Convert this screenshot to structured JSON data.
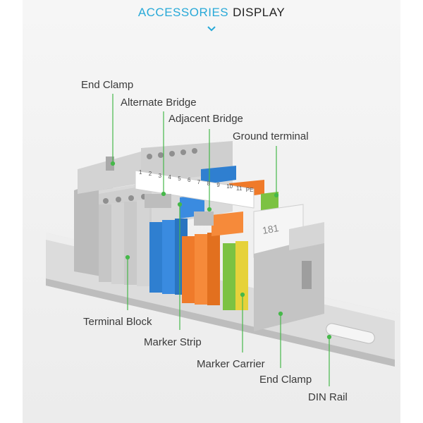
{
  "header": {
    "accent": "ACCESSORIES",
    "title": "DISPLAY",
    "chevron_icon": "chevron-down-icon"
  },
  "labels": {
    "end_clamp_top": "End Clamp",
    "alternate_bridge": "Alternate Bridge",
    "adjacent_bridge": "Adjacent Bridge",
    "ground_terminal": "Ground terminal",
    "terminal_block": "Terminal Block",
    "marker_strip": "Marker Strip",
    "marker_carrier": "Marker Carrier",
    "end_clamp_bottom": "End Clamp",
    "din_rail": "DIN Rail"
  },
  "marker_numbers": [
    "1",
    "2",
    "3",
    "4",
    "5",
    "6",
    "7",
    "8",
    "9",
    "10",
    "11",
    "PE"
  ],
  "carrier_mark": "181",
  "colors": {
    "accent": "#28a9d8",
    "leader": "#46b84a",
    "grey_block": "#c8c8c8",
    "blue_block": "#2f7fd0",
    "orange_block": "#ef7a2a",
    "ground_green": "#7cc242",
    "ground_yellow": "#e6d23a"
  }
}
